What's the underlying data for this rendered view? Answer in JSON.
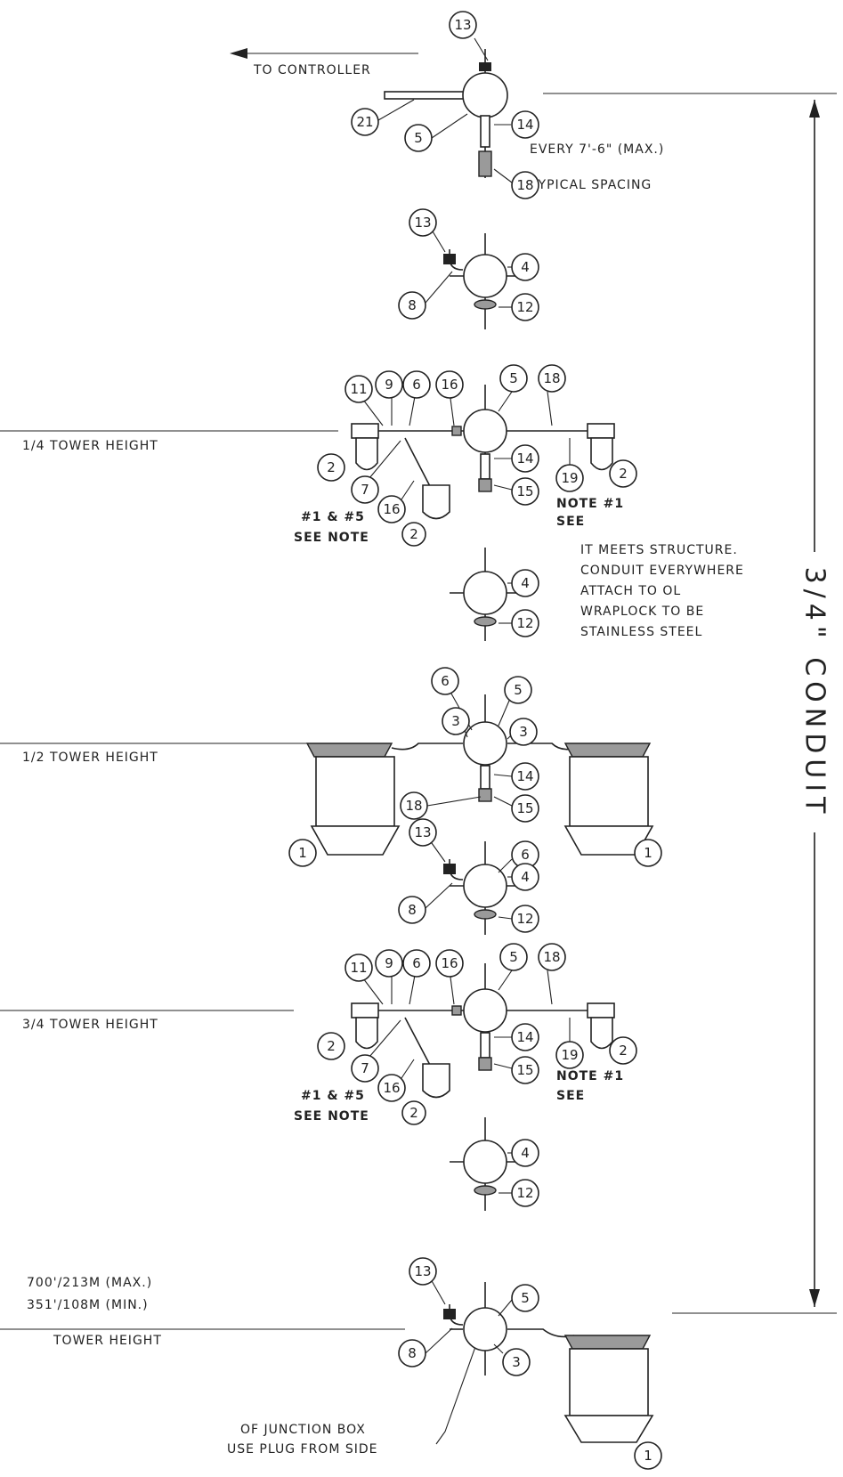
{
  "dimension_label": "3/4\" CONDUIT",
  "labels": {
    "to_controller": "TO CONTROLLER",
    "typical_spacing_1": "TYPICAL SPACING",
    "typical_spacing_2": "EVERY 7'-6\" (MAX.)",
    "quarter_height": "1/4 TOWER HEIGHT",
    "half_height": "1/2 TOWER HEIGHT",
    "three_quarter_height": "3/4 TOWER HEIGHT",
    "tower_height": "TOWER HEIGHT",
    "tower_min": "351'/108M (MIN.)",
    "tower_max": "700'/213M (MAX.)",
    "plug_1": "USE PLUG FROM SIDE",
    "plug_2": "OF JUNCTION BOX",
    "wraplock_1": "STAINLESS STEEL",
    "wraplock_2": "WRAPLOCK TO BE",
    "wraplock_3": "ATTACH TO OL",
    "wraplock_4": "CONDUIT EVERYWHERE",
    "wraplock_5": "IT MEETS STRUCTURE.",
    "see": "SEE",
    "note1": "NOTE #1",
    "see_note": "SEE NOTE",
    "note15": "#1 & #5"
  },
  "callouts": {
    "c1": "1",
    "c2": "2",
    "c3": "3",
    "c4": "4",
    "c5": "5",
    "c6": "6",
    "c7": "7",
    "c8": "8",
    "c9": "9",
    "c11": "11",
    "c12": "12",
    "c13": "13",
    "c14": "14",
    "c15": "15",
    "c16": "16",
    "c18": "18",
    "c19": "19",
    "c21": "21"
  }
}
